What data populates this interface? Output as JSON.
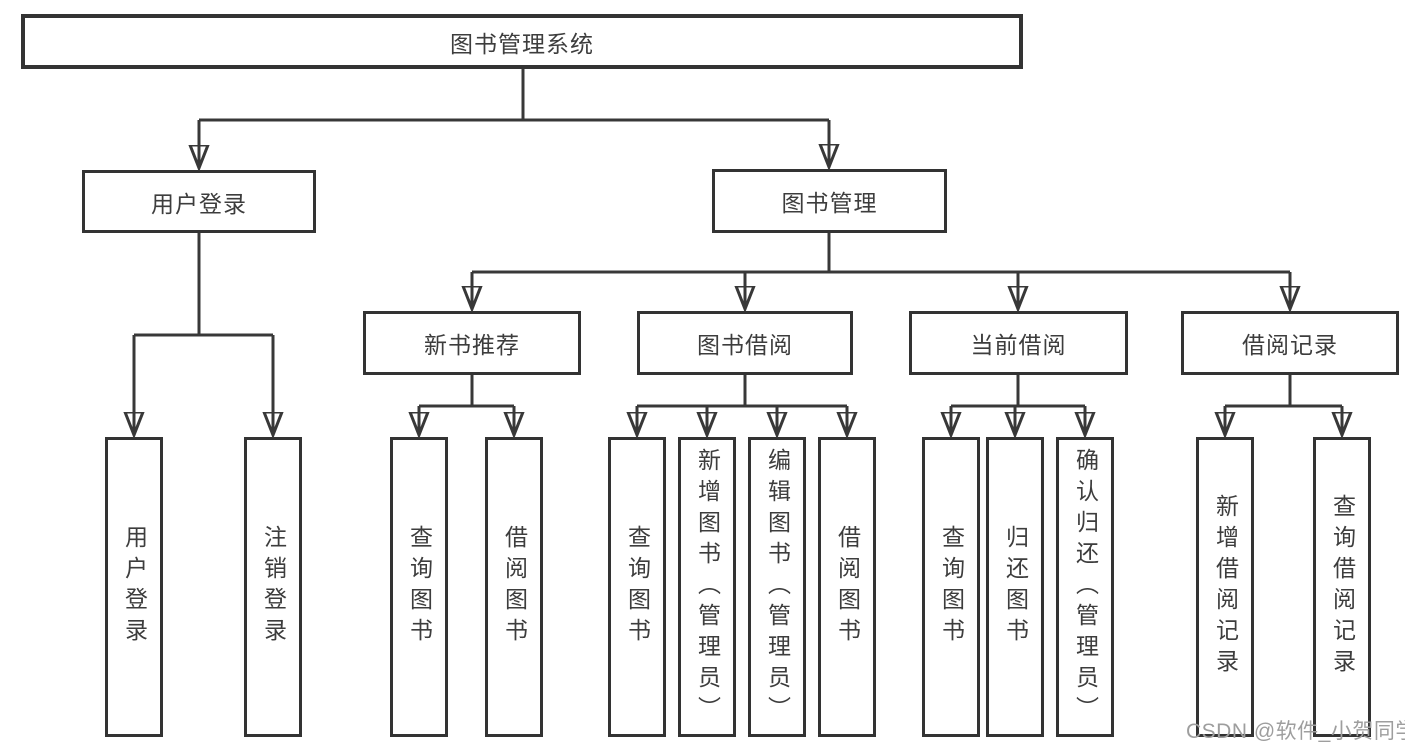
{
  "diagram": {
    "title": "图书管理系统",
    "level2": {
      "user_login": "用户登录",
      "book_management": "图书管理"
    },
    "level3": {
      "new_book_recommend": "新书推荐",
      "book_borrow": "图书借阅",
      "current_borrow": "当前借阅",
      "borrow_records": "借阅记录"
    },
    "leaves": {
      "user_login": [
        "用户登录",
        "注销登录"
      ],
      "new_book_recommend": [
        "查询图书",
        "借阅图书"
      ],
      "book_borrow": [
        "查询图书",
        "新增图书（管理员）",
        "编辑图书（管理员）",
        "借阅图书"
      ],
      "current_borrow": [
        "查询图书",
        "归还图书",
        "确认归还（管理员）"
      ],
      "borrow_records": [
        "新增借阅记录",
        "查询借阅记录"
      ]
    }
  },
  "watermark": {
    "text": "CSDN @软件_小贺同学"
  },
  "colors": {
    "line": "#383838",
    "box_border": "#333333",
    "text": "#3d3d3d",
    "watermark": "#9e9e9e",
    "background": "#ffffff"
  }
}
